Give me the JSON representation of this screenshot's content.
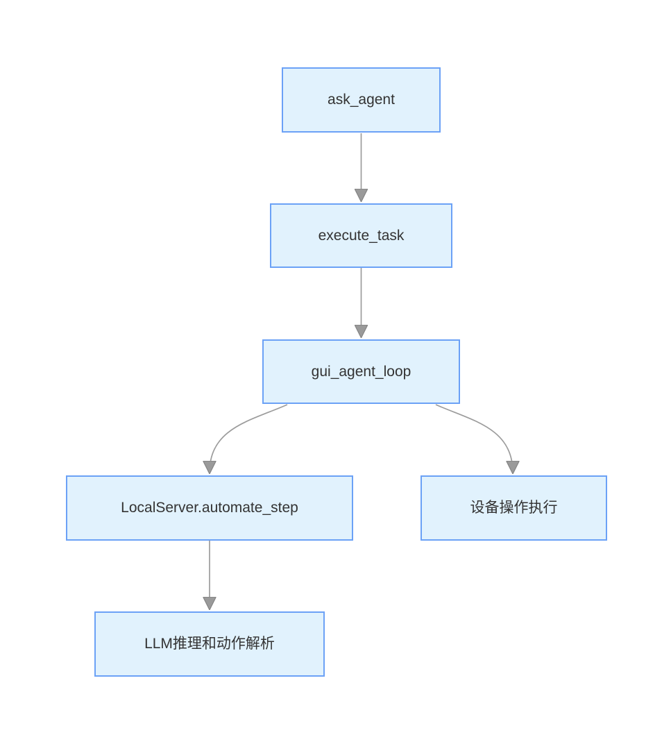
{
  "diagram": {
    "type": "flowchart",
    "direction": "top-down",
    "background_color": "#ffffff",
    "node_fill_color": "#e1f2fd",
    "node_border_color": "#6ba1f6",
    "edge_color": "#9c9c9c",
    "text_color": "#333333",
    "nodes": [
      {
        "id": "ask_agent",
        "label": "ask_agent"
      },
      {
        "id": "execute_task",
        "label": "execute_task"
      },
      {
        "id": "gui_agent_loop",
        "label": "gui_agent_loop"
      },
      {
        "id": "local_server_automate_step",
        "label": "LocalServer.automate_step"
      },
      {
        "id": "device_operation_execution",
        "label": "设备操作执行"
      },
      {
        "id": "llm_reasoning_action_parsing",
        "label": "LLM推理和动作解析"
      }
    ],
    "edges": [
      {
        "from": "ask_agent",
        "to": "execute_task"
      },
      {
        "from": "execute_task",
        "to": "gui_agent_loop"
      },
      {
        "from": "gui_agent_loop",
        "to": "local_server_automate_step"
      },
      {
        "from": "gui_agent_loop",
        "to": "device_operation_execution"
      },
      {
        "from": "local_server_automate_step",
        "to": "llm_reasoning_action_parsing"
      }
    ]
  }
}
